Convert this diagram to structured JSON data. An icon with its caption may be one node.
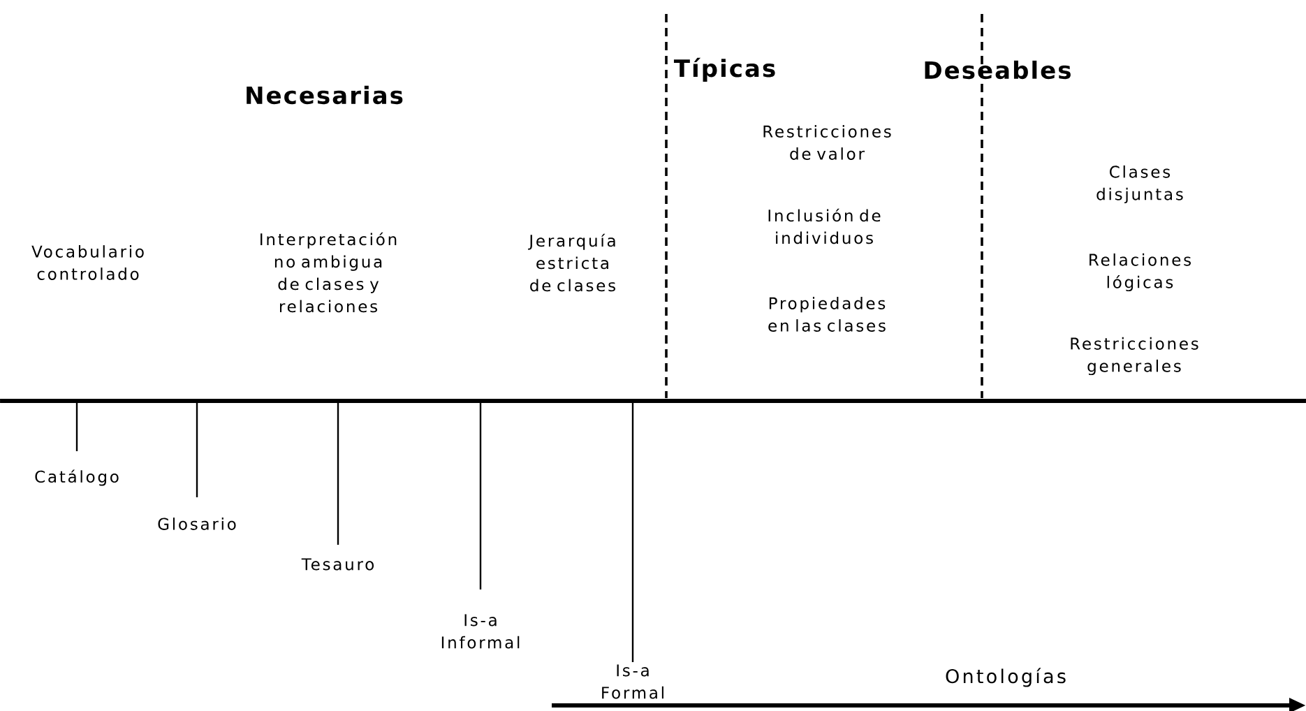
{
  "diagram": {
    "labels": [
      "Necesarias",
      "Típicas",
      "Deseables",
      "Vocabulario controlado",
      "Interpretación no ambigua de clases y relaciones",
      "Jerarquía estricta de clases",
      "Restricciones de valor",
      "Inclusión de individuos",
      "Propiedades en las clases",
      "Clases disjuntas",
      "Relaciones lógicas",
      "Restricciones generales",
      "Catálogo",
      "Glosario",
      "Tesauro",
      "Is-a Informal",
      "Is-a Formal",
      "Ontologías"
    ]
  }
}
